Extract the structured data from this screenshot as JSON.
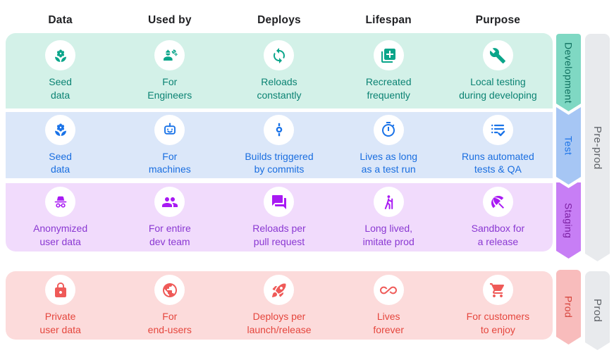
{
  "header": {
    "columns": [
      "Data",
      "Used by",
      "Deploys",
      "Lifespan",
      "Purpose"
    ]
  },
  "environments": [
    {
      "label": "Development",
      "cells": [
        {
          "icon": "seed-icon",
          "label": "Seed\ndata"
        },
        {
          "icon": "engineer-icon",
          "label": "For\nEngineers"
        },
        {
          "icon": "sync-icon",
          "label": "Reloads\nconstantly"
        },
        {
          "icon": "library-add-icon",
          "label": "Recreated\nfrequently"
        },
        {
          "icon": "wrench-icon",
          "label": "Local testing\nduring developing"
        }
      ]
    },
    {
      "label": "Test",
      "cells": [
        {
          "icon": "seed-icon",
          "label": "Seed\ndata"
        },
        {
          "icon": "robot-icon",
          "label": "For\nmachines"
        },
        {
          "icon": "commit-icon",
          "label": "Builds triggered\nby commits"
        },
        {
          "icon": "timer-icon",
          "label": "Lives as long\nas a test run"
        },
        {
          "icon": "checklist-icon",
          "label": "Runs automated\ntests & QA"
        }
      ]
    },
    {
      "label": "Staging",
      "cells": [
        {
          "icon": "incognito-icon",
          "label": "Anonymized\nuser data"
        },
        {
          "icon": "group-icon",
          "label": "For entire\ndev team"
        },
        {
          "icon": "forum-icon",
          "label": "Reloads per\npull request"
        },
        {
          "icon": "hiking-icon",
          "label": "Long lived,\nimitate prod"
        },
        {
          "icon": "beach-umbrella-icon",
          "label": "Sandbox for\na release"
        }
      ]
    },
    {
      "label": "Prod",
      "cells": [
        {
          "icon": "lock-icon",
          "label": "Private\nuser data"
        },
        {
          "icon": "globe-icon",
          "label": "For\nend-users"
        },
        {
          "icon": "rocket-icon",
          "label": "Deploys per\nlaunch/release"
        },
        {
          "icon": "infinity-icon",
          "label": "Lives\nforever"
        },
        {
          "icon": "cart-icon",
          "label": "For customers\nto enjoy"
        }
      ]
    }
  ],
  "stage_groups": [
    {
      "label": "Pre-prod"
    },
    {
      "label": "Prod"
    }
  ],
  "colors": {
    "development": {
      "row_bg": "#d3f1e8",
      "accent": "#0aa58a",
      "text": "#0b8373",
      "tab_bg": "#7fd8c3",
      "tab_text": "#0e6f5e"
    },
    "test": {
      "row_bg": "#dbe7f9",
      "accent": "#1a73e8",
      "text": "#1a6ee0",
      "tab_bg": "#a6c6f4",
      "tab_text": "#1a73e8"
    },
    "staging": {
      "row_bg": "#f1dbfc",
      "accent": "#a81af3",
      "text": "#8a38d2",
      "tab_bg": "#c77ef5",
      "tab_text": "#7b1fa2"
    },
    "prod": {
      "row_bg": "#fcdbdb",
      "accent": "#ef5a58",
      "text": "#e5463d",
      "tab_bg": "#f8bcbc",
      "tab_text": "#d6443c"
    },
    "group_rail": {
      "bg": "#e8eaed",
      "text": "#5f6368"
    },
    "header_text": "#202124"
  }
}
